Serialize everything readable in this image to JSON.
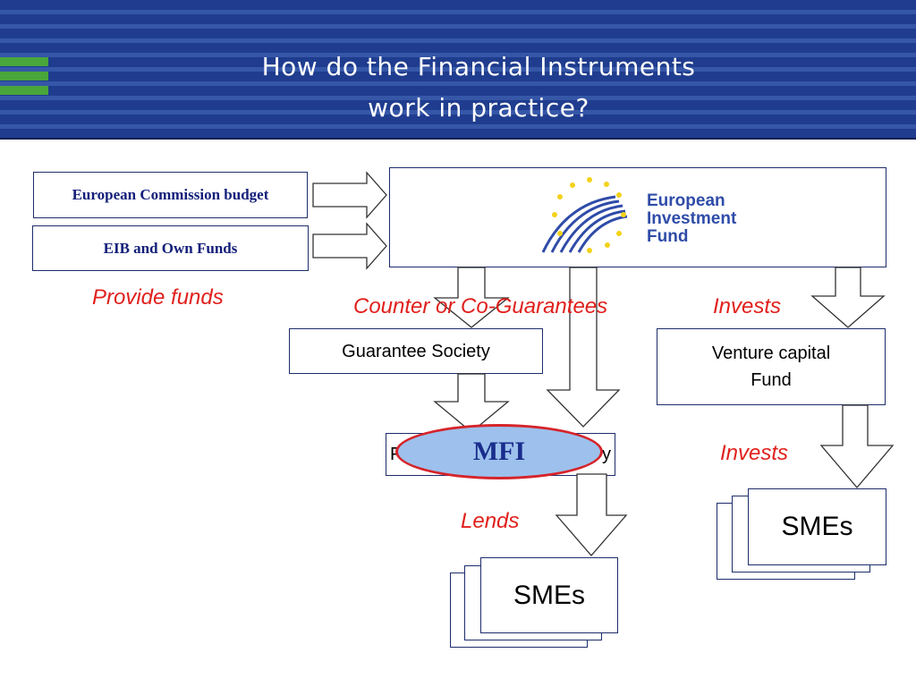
{
  "header": {
    "title_line1": "How do the Financial Instruments",
    "title_line2": "work in practice?"
  },
  "sources": {
    "commission": "European Commission budget",
    "eib": "EIB and Own Funds"
  },
  "eif_logo": {
    "line1": "European",
    "line2": "Investment",
    "line3": "Fund"
  },
  "labels": {
    "provide_funds": "Provide funds",
    "counter_guarantees": "Counter or Co-Guarantees",
    "invests_top": "Invests",
    "invests_bottom": "Invests",
    "lends": "Lends"
  },
  "boxes": {
    "guarantee_society": "Guarantee Society",
    "vc_line1": "Venture capital",
    "vc_line2": "Fund",
    "hidden_left": "F",
    "hidden_right": "y",
    "smes_left": "SMEs",
    "smes_right": "SMEs"
  },
  "mfi": "MFI",
  "colors": {
    "header_blue": "#1f3c8e",
    "accent_green": "#49a63b",
    "label_red": "#e0201c",
    "mfi_fill": "#9dc1ec",
    "logo_blue": "#2f4ca8",
    "star_yellow": "#f3d21a"
  }
}
